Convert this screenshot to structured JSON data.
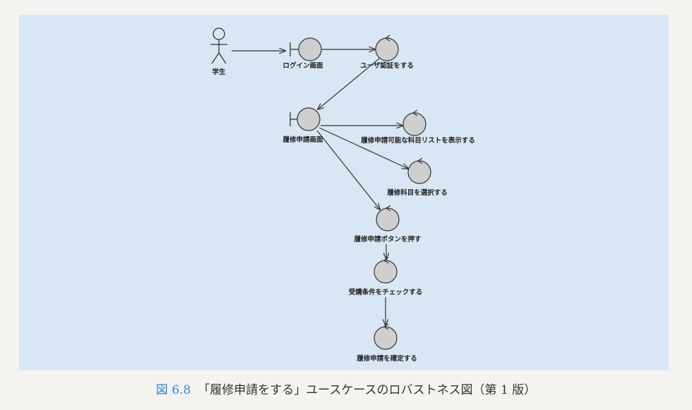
{
  "diagram": {
    "actor": {
      "label": "学生"
    },
    "nodes": {
      "login_screen": "ログイン画面",
      "user_auth": "ユーザ認証をする",
      "enroll_screen": "履修申請画面",
      "show_courses": "履修申請可能な科目リストを表示する",
      "select_courses": "履修科目を選択する",
      "press_button": "履修申請ボタンを押す",
      "check_conditions": "受講条件をチェックする",
      "confirm_enroll": "履修申請を確定する"
    }
  },
  "caption": {
    "number": "図 6.8",
    "title": "「履修申請をする」ユースケースのロバストネス図（第 1 版）"
  },
  "colors": {
    "panel": "#d9e6f3",
    "node_fill": "#cfcfcf",
    "stroke": "#333333",
    "caption_number": "#3a86c8"
  }
}
